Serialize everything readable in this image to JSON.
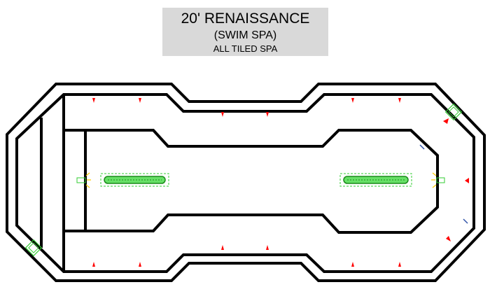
{
  "title": {
    "name": "20' RENAISSANCE",
    "subtitle": "(SWIM SPA)",
    "note": "ALL TILED SPA"
  },
  "colors": {
    "outline": "#000000",
    "title_bg": "#d9d9d9",
    "jet": "#ff0000",
    "fixture": "#33cc33",
    "light": "#ffcc00",
    "fitting": "#3355aa"
  },
  "icons": {
    "jet": "red-triangle-jet-icon",
    "drain": "green-main-drain-icon",
    "light": "spa-light-icon",
    "skimmer": "skimmer-box-icon"
  }
}
